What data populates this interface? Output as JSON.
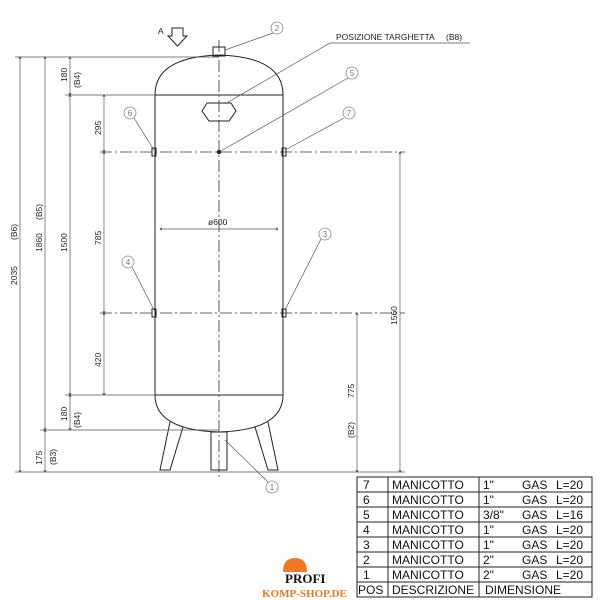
{
  "view_label": "A",
  "nameplate_label": "POSIZIONE TARGHETTA",
  "nameplate_code": "(B8)",
  "diameter": "ø600",
  "dimensions_left": {
    "total": "2035",
    "total_code": "(B6)",
    "to_top": "1860",
    "to_top_code": "(B5)",
    "shell": "1500",
    "top_head": "180",
    "top_head_code": "(B4)",
    "bottom_head": "180",
    "bottom_head_code": "(B4)",
    "legs": "175",
    "legs_code": "(B3)",
    "seg1": "295",
    "seg2": "785",
    "seg3": "420"
  },
  "dimensions_right": {
    "upper": "1560",
    "lower": "775",
    "lower_code": "(B2)"
  },
  "callouts": [
    "1",
    "2",
    "3",
    "4",
    "5",
    "6",
    "7"
  ],
  "table": {
    "header": {
      "pos": "POS",
      "desc": "DESCRIZIONE",
      "dim": "DIMENSIONE"
    },
    "rows": [
      {
        "pos": "7",
        "desc": "MANICOTTO",
        "size": "1\"",
        "type": "GAS",
        "len": "L=20"
      },
      {
        "pos": "6",
        "desc": "MANICOTTO",
        "size": "1\"",
        "type": "GAS",
        "len": "L=20"
      },
      {
        "pos": "5",
        "desc": "MANICOTTO",
        "size": "3/8\"",
        "type": "GAS",
        "len": "L=16"
      },
      {
        "pos": "4",
        "desc": "MANICOTTO",
        "size": "1\"",
        "type": "GAS",
        "len": "L=20"
      },
      {
        "pos": "3",
        "desc": "MANICOTTO",
        "size": "1\"",
        "type": "GAS",
        "len": "L=20"
      },
      {
        "pos": "2",
        "desc": "MANICOTTO",
        "size": "2\"",
        "type": "GAS",
        "len": "L=20"
      },
      {
        "pos": "1",
        "desc": "MANICOTTO",
        "size": "2\"",
        "type": "GAS",
        "len": "L=20"
      }
    ]
  },
  "watermark": {
    "line1": "PROFI",
    "line2": "KOMP-SHOP.DE",
    "color": "#f07820"
  }
}
